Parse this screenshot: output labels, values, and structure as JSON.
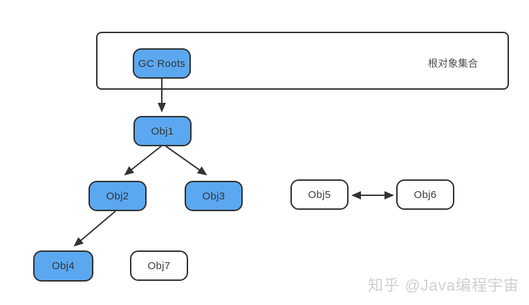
{
  "root_set": {
    "label": "根对象集合"
  },
  "nodes": [
    {
      "id": "gc-roots",
      "label": "GC Roots",
      "fill": "blue"
    },
    {
      "id": "obj1",
      "label": "Obj1",
      "fill": "blue"
    },
    {
      "id": "obj2",
      "label": "Obj2",
      "fill": "blue"
    },
    {
      "id": "obj3",
      "label": "Obj3",
      "fill": "blue"
    },
    {
      "id": "obj4",
      "label": "Obj4",
      "fill": "blue"
    },
    {
      "id": "obj5",
      "label": "Obj5",
      "fill": "white"
    },
    {
      "id": "obj6",
      "label": "Obj6",
      "fill": "white"
    },
    {
      "id": "obj7",
      "label": "Obj7",
      "fill": "white"
    }
  ],
  "edges": [
    {
      "from": "gc-roots",
      "to": "obj1",
      "direction": "one-way"
    },
    {
      "from": "obj1",
      "to": "obj2",
      "direction": "one-way"
    },
    {
      "from": "obj1",
      "to": "obj3",
      "direction": "one-way"
    },
    {
      "from": "obj2",
      "to": "obj4",
      "direction": "one-way"
    },
    {
      "from": "obj5",
      "to": "obj6",
      "direction": "two-way"
    }
  ],
  "watermark": {
    "text": "知乎 @Java编程宇宙"
  },
  "colors": {
    "reachable_fill": "#5ba8f0",
    "unreachable_fill": "#ffffff",
    "node_border": "#2e2e2e",
    "edge": "#333333",
    "container_border": "#2f2f2f",
    "watermark_text": "#cfcfcf"
  }
}
